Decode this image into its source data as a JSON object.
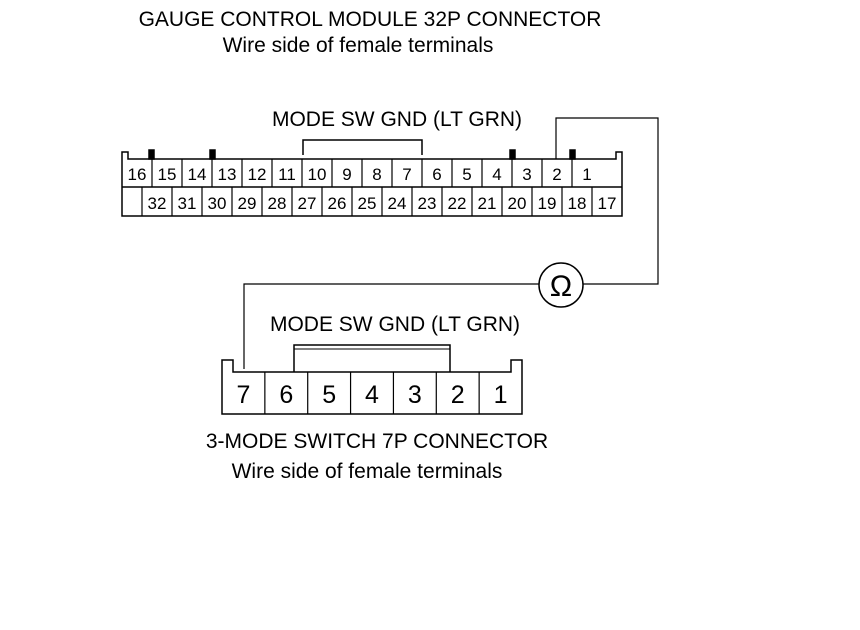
{
  "connector_32p": {
    "title": "GAUGE CONTROL MODULE 32P CONNECTOR",
    "subtitle": "Wire side of female terminals",
    "wire_label": "MODE SW GND (LT GRN)",
    "top_row": [
      "16",
      "15",
      "14",
      "13",
      "12",
      "11",
      "10",
      "9",
      "8",
      "7",
      "6",
      "5",
      "4",
      "3",
      "2",
      "1"
    ],
    "bottom_row": [
      "",
      "32",
      "31",
      "30",
      "29",
      "28",
      "27",
      "26",
      "25",
      "24",
      "23",
      "22",
      "21",
      "20",
      "19",
      "18",
      "17"
    ]
  },
  "connector_7p": {
    "title": "3-MODE SWITCH 7P CONNECTOR",
    "subtitle": "Wire side of female terminals",
    "wire_label": "MODE SW GND (LT GRN)",
    "pins": [
      "7",
      "6",
      "5",
      "4",
      "3",
      "2",
      "1"
    ]
  },
  "meter": {
    "symbol": "Ω",
    "icon": "ohmmeter-icon"
  }
}
